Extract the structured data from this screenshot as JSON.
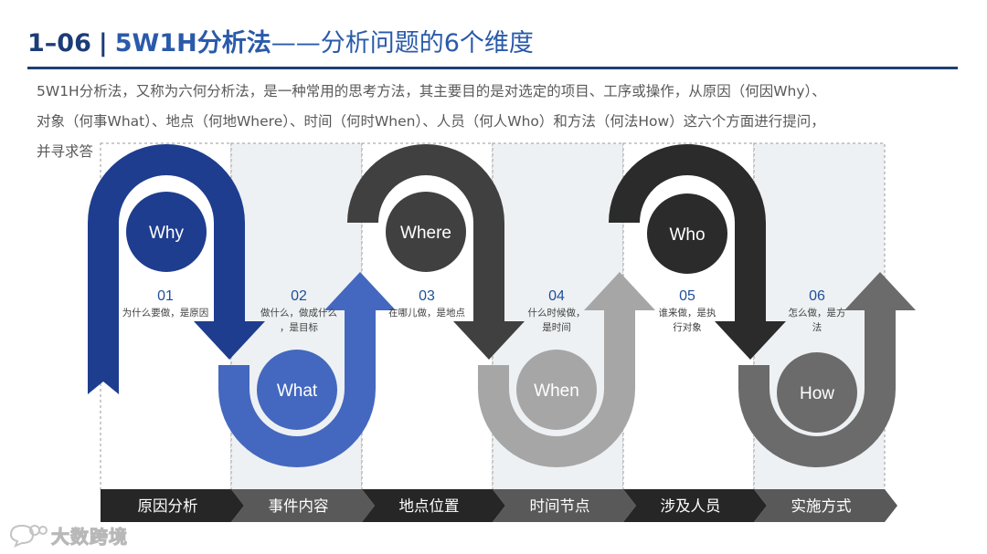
{
  "header": {
    "number": "1–06",
    "separator": "|",
    "method": "5W1H分析法",
    "subtitle": "——分析问题的6个维度"
  },
  "intro": {
    "line1": "5W1H分析法，又称为六何分析法，是一种常用的思考方法，其主要目的是对选定的项目、工序或操作，从原因（何因Why）、",
    "line2": "对象（何事What）、地点（何地Where）、时间（何时When）、人员（何人Who）和方法（何法How）这六个方面进行提问，",
    "line3": "并寻求答"
  },
  "steps": [
    {
      "word": "Why",
      "number": "01",
      "desc1": "为什么要做，是原因",
      "desc2": "",
      "footer": "原因分析"
    },
    {
      "word": "What",
      "number": "02",
      "desc1": "做什么，做成什么",
      "desc2": "，是目标",
      "footer": "事件内容"
    },
    {
      "word": "Where",
      "number": "03",
      "desc1": "在哪儿做，是地点",
      "desc2": "",
      "footer": "地点位置"
    },
    {
      "word": "When",
      "number": "04",
      "desc1": "什么时候做，",
      "desc2": "是时间",
      "footer": "时间节点"
    },
    {
      "word": "Who",
      "number": "05",
      "desc1": "谁来做，是执",
      "desc2": "行对象",
      "footer": "涉及人员"
    },
    {
      "word": "How",
      "number": "06",
      "desc1": "怎么做，是方",
      "desc2": "法",
      "footer": "实施方式"
    }
  ],
  "colors": {
    "why": "#1e3d8f",
    "what": "#4468bf",
    "where": "#404040",
    "when": "#a6a6a6",
    "who": "#2b2b2b",
    "how": "#6b6b6b",
    "number_text": "#1f4f9a",
    "footer_dark": "#262626",
    "footer_mid": "#595959"
  },
  "watermark": {
    "icon": "chat-bubble-logo-icon",
    "text": "大数跨境"
  }
}
